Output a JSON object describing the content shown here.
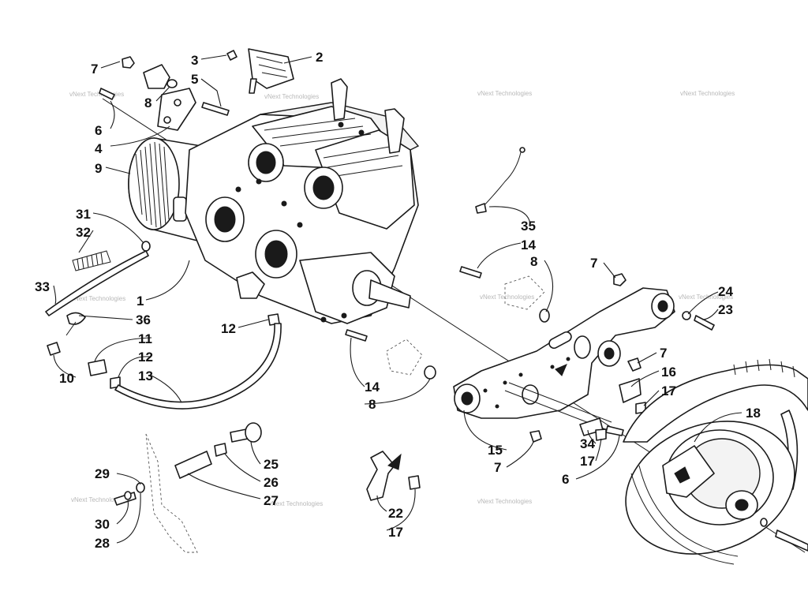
{
  "diagram": {
    "callouts": [
      {
        "id": "c-7a",
        "label": "7"
      },
      {
        "id": "c-3",
        "label": "3"
      },
      {
        "id": "c-2",
        "label": "2"
      },
      {
        "id": "c-5",
        "label": "5"
      },
      {
        "id": "c-8a",
        "label": "8"
      },
      {
        "id": "c-6a",
        "label": "6"
      },
      {
        "id": "c-4",
        "label": "4"
      },
      {
        "id": "c-9",
        "label": "9"
      },
      {
        "id": "c-31",
        "label": "31"
      },
      {
        "id": "c-32",
        "label": "32"
      },
      {
        "id": "c-33",
        "label": "33"
      },
      {
        "id": "c-1",
        "label": "1"
      },
      {
        "id": "c-36",
        "label": "36"
      },
      {
        "id": "c-11",
        "label": "11"
      },
      {
        "id": "c-12a",
        "label": "12"
      },
      {
        "id": "c-12b",
        "label": "12"
      },
      {
        "id": "c-10",
        "label": "10"
      },
      {
        "id": "c-13",
        "label": "13"
      },
      {
        "id": "c-35",
        "label": "35"
      },
      {
        "id": "c-14a",
        "label": "14"
      },
      {
        "id": "c-8b",
        "label": "8"
      },
      {
        "id": "c-7b",
        "label": "7"
      },
      {
        "id": "c-24",
        "label": "24"
      },
      {
        "id": "c-23",
        "label": "23"
      },
      {
        "id": "c-7c",
        "label": "7"
      },
      {
        "id": "c-16",
        "label": "16"
      },
      {
        "id": "c-17a",
        "label": "17"
      },
      {
        "id": "c-14b",
        "label": "14"
      },
      {
        "id": "c-8c",
        "label": "8"
      },
      {
        "id": "c-18",
        "label": "18"
      },
      {
        "id": "c-15",
        "label": "15"
      },
      {
        "id": "c-7d",
        "label": "7"
      },
      {
        "id": "c-34",
        "label": "34"
      },
      {
        "id": "c-17b",
        "label": "17"
      },
      {
        "id": "c-6b",
        "label": "6"
      },
      {
        "id": "c-25",
        "label": "25"
      },
      {
        "id": "c-26",
        "label": "26"
      },
      {
        "id": "c-27",
        "label": "27"
      },
      {
        "id": "c-29",
        "label": "29"
      },
      {
        "id": "c-30",
        "label": "30"
      },
      {
        "id": "c-28",
        "label": "28"
      },
      {
        "id": "c-22",
        "label": "22"
      },
      {
        "id": "c-17c",
        "label": "17"
      }
    ],
    "watermark_text": "vNext Technologies",
    "colors": {
      "ink": "#1a1a1a",
      "background": "#ffffff",
      "watermark": "#b8b8b8"
    }
  }
}
